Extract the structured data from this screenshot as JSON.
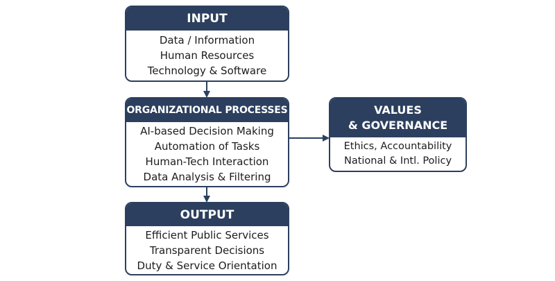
{
  "colors": {
    "header_bg": "#2c3f5e",
    "header_text": "#ffffff",
    "border": "#2c3f5e",
    "body_text": "#1c1c1c",
    "arrow": "#2c3f5e"
  },
  "input": {
    "title": "INPUT",
    "items": [
      "Data / Information",
      "Human Resources",
      "Technology & Software"
    ]
  },
  "processes": {
    "title": "ORGANIZATIONAL PROCESSES",
    "items": [
      "AI-based Decision Making",
      "Automation of Tasks",
      "Human-Tech Interaction",
      "Data Analysis & Filtering"
    ]
  },
  "output": {
    "title": "OUTPUT",
    "items": [
      "Efficient Public Services",
      "Transparent Decisions",
      "Duty & Service Orientation"
    ]
  },
  "values": {
    "title_lines": [
      "VALUES",
      "& GOVERNANCE"
    ],
    "items": [
      "Ethics, Accountability",
      "National & Intl. Policy"
    ]
  }
}
